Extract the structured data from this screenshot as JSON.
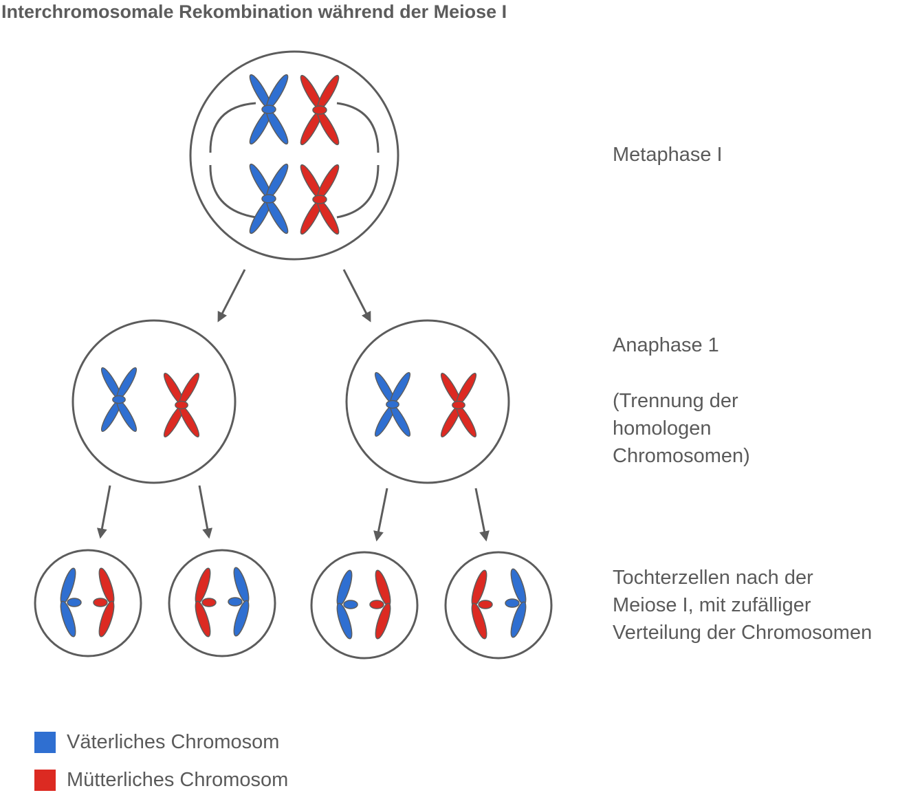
{
  "title": "Interchromosomale Rekombination während der Meiose I",
  "stages": {
    "metaphase": "Metaphase I",
    "anaphase": "Anaphase 1",
    "anaphase_note": "(Trennung der\nhomologen\nChromosomen)",
    "daughter_cells": "Tochterzellen nach der\nMeiose I, mit zufälliger\nVerteilung der Chromosomen"
  },
  "legend": [
    {
      "label": "Väterliches Chromosom",
      "color": "#2f6fd1"
    },
    {
      "label": "Mütterliches Chromosom",
      "color": "#dc2a22"
    }
  ],
  "colors": {
    "paternal": "#2f6fd1",
    "maternal": "#dc2a22",
    "outline": "#5c5c5c"
  }
}
